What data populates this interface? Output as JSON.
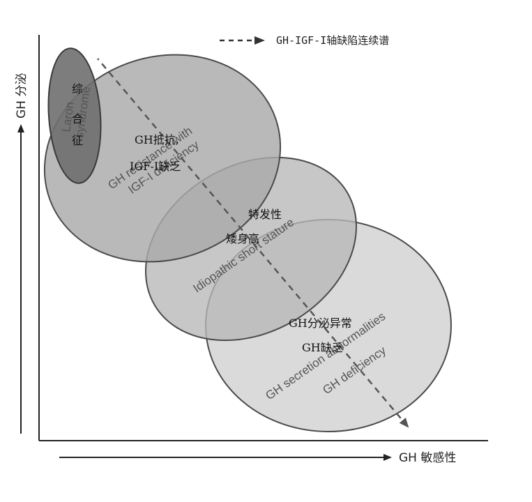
{
  "legend": {
    "label": "GH-IGF-I轴缺陷连续谱"
  },
  "axes": {
    "y_label": "GH 分泌",
    "x_label": "GH 敏感性"
  },
  "regions": [
    {
      "id": "laron",
      "en_lines": [
        "Laron",
        "syndrome"
      ],
      "cn_chars": [
        "综",
        "合",
        "征"
      ],
      "fill": "#6f6f6f"
    },
    {
      "id": "gh-resistance",
      "en_lines": [
        "GH resistance with",
        "IGF-I deficiency"
      ],
      "cn_lines": [
        "GH抵抗,",
        "IGF-I缺乏"
      ],
      "fill": "#a9a9a9"
    },
    {
      "id": "idiopathic",
      "en_lines": [
        "Idiopathic short stature"
      ],
      "cn_lines": [
        "特发性",
        "矮身高"
      ],
      "fill": "#b7b7b7"
    },
    {
      "id": "gh-secretion",
      "en_lines": [
        "GH secretion abnormalities",
        "GH deficiency"
      ],
      "cn_lines": [
        "GH分泌异常",
        "GH缺乏"
      ],
      "fill": "#d6d6d6"
    }
  ],
  "colors": {
    "axis": "#222222",
    "ellipse_stroke": "#4a4a4a",
    "dashed_arrow": "#555555"
  }
}
